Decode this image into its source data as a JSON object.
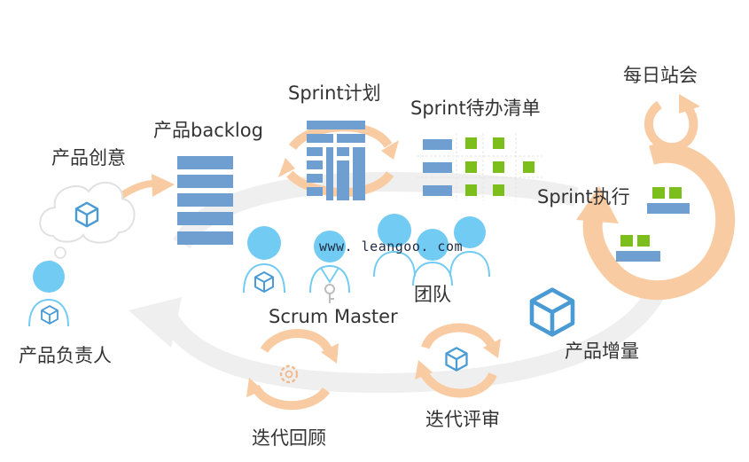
{
  "diagram": {
    "labels": {
      "product_idea": "产品创意",
      "product_backlog": "产品backlog",
      "sprint_planning": "Sprint计划",
      "sprint_backlog": "Sprint待办清单",
      "daily_standup": "每日站会",
      "sprint_execution": "Sprint执行",
      "product_increment": "产品增量",
      "sprint_review": "迭代评审",
      "retrospective": "迭代回顾",
      "product_owner": "产品负责人",
      "scrum_master": "Scrum Master",
      "team": "团队",
      "website": "www. leangoo. com"
    },
    "colors": {
      "orange_arrow": "#f9cba2",
      "grey_loop": "#efefef",
      "blue_block": "#6f9fd1",
      "green_block": "#7cbf1c",
      "person": "#72cbf3",
      "cube": "#4a9bd4"
    },
    "icons": [
      "cube-icon",
      "person-icon",
      "cloud-icon",
      "gear-icon",
      "key-icon"
    ]
  }
}
